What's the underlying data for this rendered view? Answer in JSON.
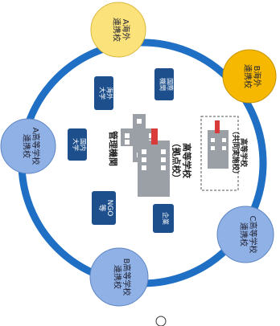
{
  "nodes": {
    "overseas_a": "A海外\n連携校",
    "overseas_b": "B海外\n連携校",
    "partner_a": "A高等学校\n連携校",
    "partner_b": "B高等学校\n連携校",
    "partner_c": "C高等学校\n連携校"
  },
  "center": {
    "admin_label": "管理機関",
    "hub_label": "高等学校\n（拠点校）",
    "joint_label": "高等学校\n（共同実施校）"
  },
  "partners": {
    "overseas_univ": "海外\n大学",
    "intl_org": "国際\n機関",
    "domestic_univ": "国内\n大学",
    "ngo": "NGO\n等",
    "company": "企業"
  },
  "colors": {
    "ring": "#1f6fc4",
    "yellow_fill": "#fbe27a",
    "orange_fill": "#f6b800",
    "blue_fill": "#8fb1e6",
    "box_fill": "#1c4f8c",
    "building": "#9aa0a6",
    "accent_red": "#d93a3a"
  }
}
